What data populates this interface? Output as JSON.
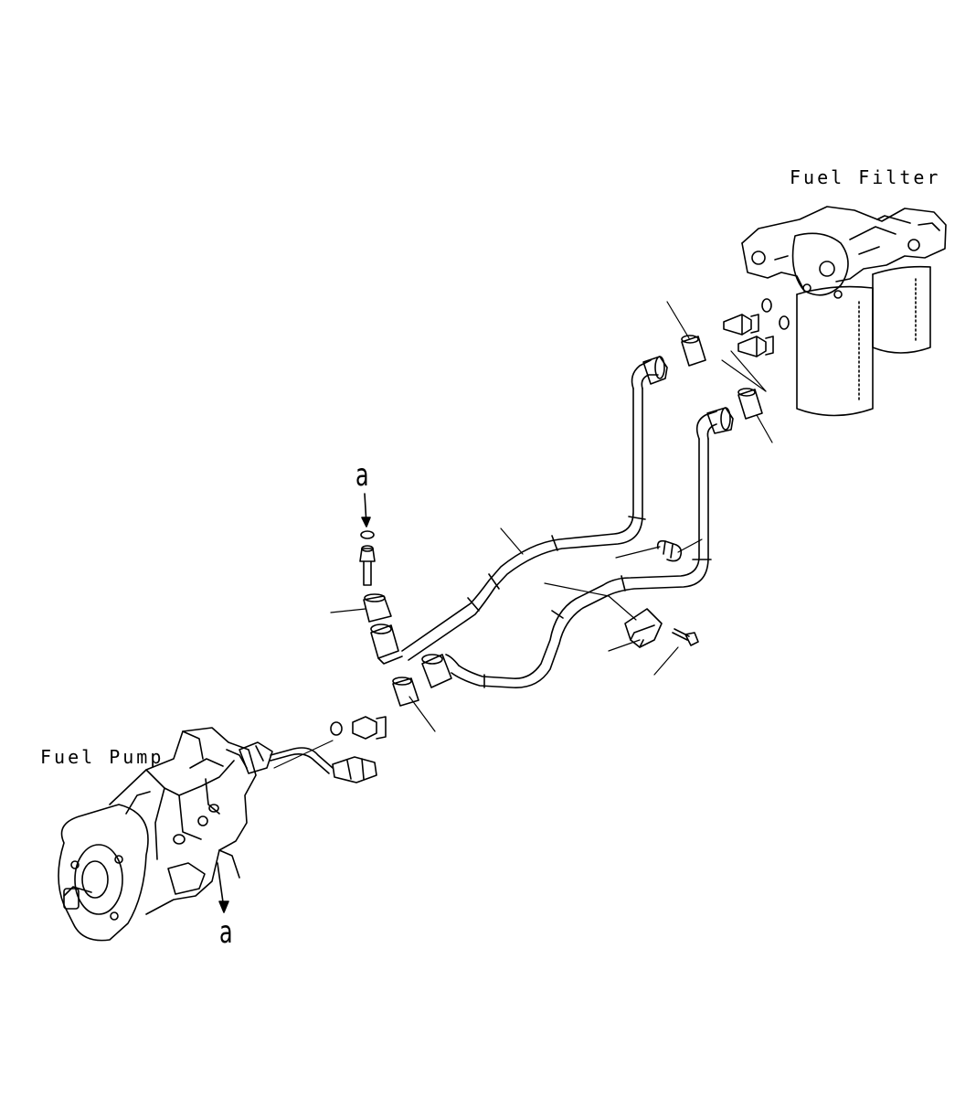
{
  "labels": {
    "fuel_filter": "Fuel Filter",
    "fuel_pump": "Fuel Pump",
    "ref_top": "a",
    "ref_bottom": "a"
  },
  "colors": {
    "line": "#000000",
    "background": "#ffffff"
  }
}
